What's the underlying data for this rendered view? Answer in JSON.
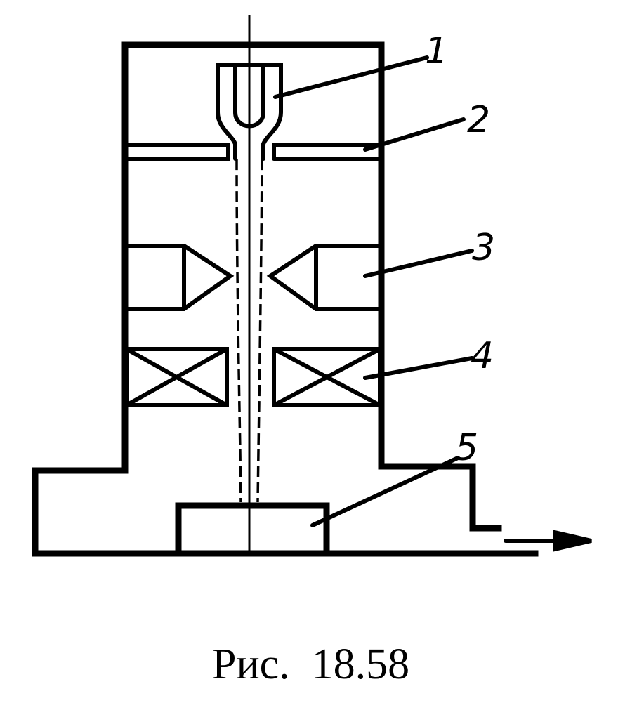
{
  "figure": {
    "caption": "Рис.  18.58",
    "labels": [
      "1",
      "2",
      "3",
      "4",
      "5"
    ]
  }
}
